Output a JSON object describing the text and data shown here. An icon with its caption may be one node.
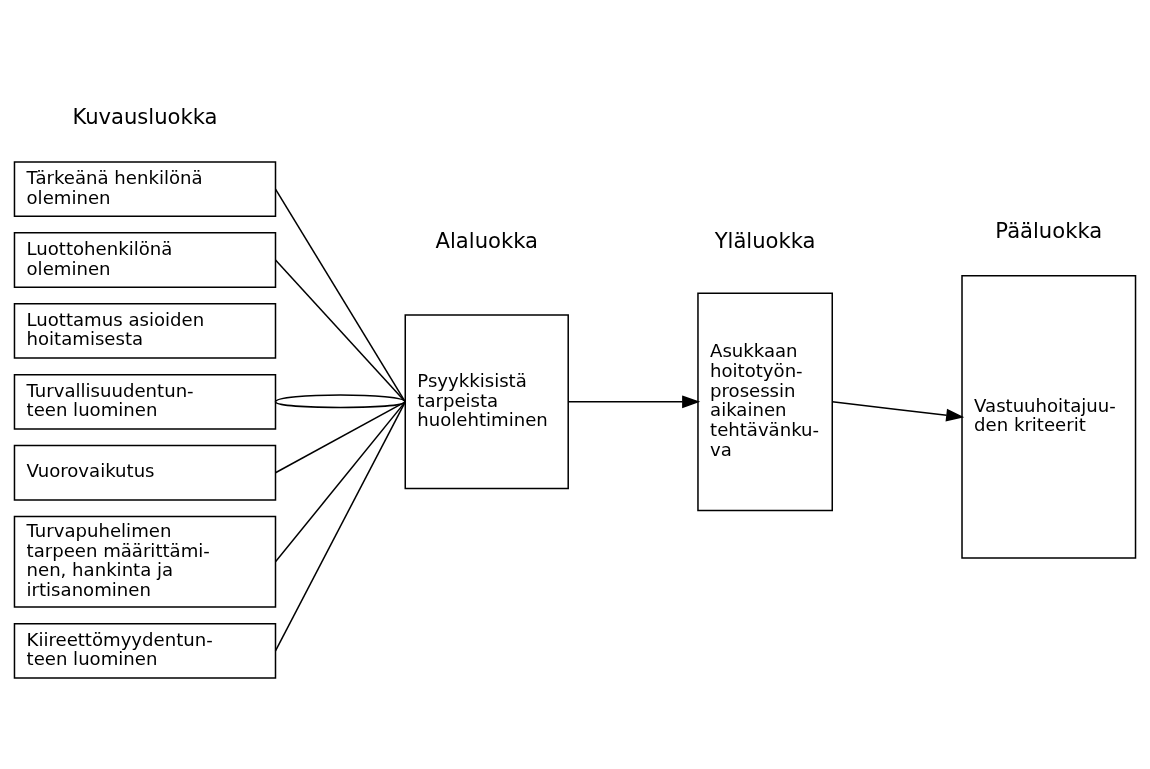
{
  "diagram": {
    "nodes": [
      {
        "text": [
          "Tärkeänä henkilönä oleminen"
        ]
      },
      {
        "text": [
          "Luottohenkilönä oleminen"
        ]
      },
      {
        "text": [
          "Luottamus asioiden hoitamisesta"
        ]
      },
      {
        "text": [
          "Turvallisuudentun- teen luominen"
        ]
      },
      {
        "text": [
          "Vuorovaikutus"
        ]
      },
      {
        "text": [
          "Turvapuhelimen tarpeen määrittämi- nen, hankinta ja irtisanominen"
        ]
      },
      {
        "text": [
          "Kiireettömyydentun- teen luominen"
        ]
      },
      {
        "text": [
          "Psyykkisistä tarpeista huolehtiminen"
        ]
      },
      {
        "text": [
          "Asukkaan hoitotyön- prosessin aikainen tehtävänku- va"
        ]
      },
      {
        "text": [
          "Vastuuhoitajuu- den kriteerit"
        ]
      }
    ],
    "edges": [
      {
        "from": 0,
        "to": 7,
        "arrow": "none"
      },
      {
        "from": 1,
        "to": 7,
        "arrow": "none"
      },
      {
        "from": 3,
        "to": 7,
        "arrow": "none"
      },
      {
        "from": 3,
        "to": 7,
        "arrow": "none"
      },
      {
        "from": 4,
        "to": 7,
        "arrow": "none"
      },
      {
        "from": 5,
        "to": 7,
        "arrow": "none"
      },
      {
        "from": 6,
        "to": 7,
        "arrow": "none"
      },
      {
        "from": 7,
        "to": 8,
        "arrow": "to"
      },
      {
        "from": 8,
        "to": 9,
        "arrow": "to"
      }
    ],
    "labels": [
      "Kuvausluokka",
      "Alaluokka",
      "Yläluokka",
      "Pääluokka"
    ]
  }
}
